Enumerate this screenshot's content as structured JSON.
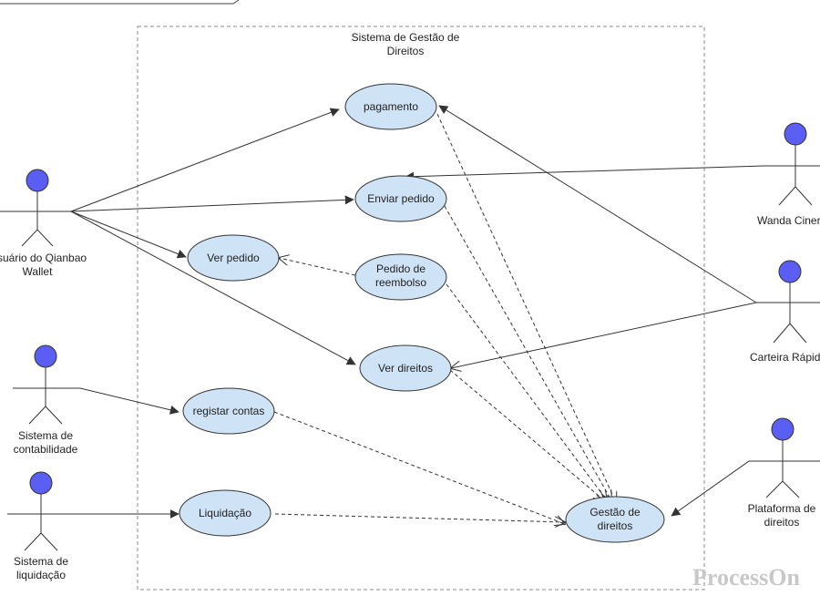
{
  "system": {
    "title_line1": "Sistema de Gestão de",
    "title_line2": "Direitos"
  },
  "actors": {
    "qianbao": {
      "line1": "suário do Qianbao",
      "line2": "Wallet"
    },
    "wanda": {
      "line1": "Wanda Ciner"
    },
    "carteira": {
      "line1": "Carteira Rápid"
    },
    "plataforma": {
      "line1": "Plataforma de",
      "line2": "direitos"
    },
    "contabilidade": {
      "line1": "Sistema de",
      "line2": "contabilidade"
    },
    "liquidacao": {
      "line1": "Sistema de",
      "line2": "liquidação"
    }
  },
  "usecases": {
    "pagamento": {
      "line1": "pagamento"
    },
    "enviar_pedido": {
      "line1": "Enviar pedido"
    },
    "ver_pedido": {
      "line1": "Ver pedido"
    },
    "reembolso": {
      "line1": "Pedido de",
      "line2": "reembolso"
    },
    "ver_direitos": {
      "line1": "Ver direitos"
    },
    "registar": {
      "line1": "registar contas"
    },
    "liquidacao": {
      "line1": "Liquidação"
    },
    "gestao": {
      "line1": "Gestão de",
      "line2": "direitos"
    }
  },
  "watermark": "ProcessOn",
  "colors": {
    "usecase_fill": "#cfe3f7",
    "actor_head": "#5b5ef2",
    "line": "#333333"
  }
}
